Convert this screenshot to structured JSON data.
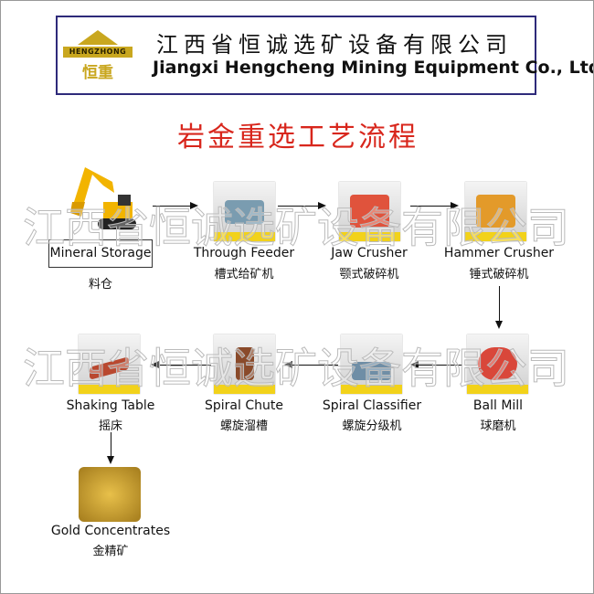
{
  "header": {
    "company_cn": "江西省恒诚选矿设备有限公司",
    "company_en": "Jiangxi Hengcheng Mining Equipment Co., Ltd",
    "logo_text": "HENGZHONG",
    "logo_cn": "恒重"
  },
  "title": "岩金重选工艺流程",
  "watermark": "江西省恒诚选矿设备有限公司",
  "steps": [
    {
      "en": "Mineral Storage",
      "zh": "料仓"
    },
    {
      "en": "Through Feeder",
      "zh": "槽式给矿机"
    },
    {
      "en": "Jaw Crusher",
      "zh": "颚式破碎机"
    },
    {
      "en": "Hammer Crusher",
      "zh": "锤式破碎机"
    },
    {
      "en": "Ball Mill",
      "zh": "球磨机"
    },
    {
      "en": "Spiral Classifier",
      "zh": "螺旋分级机"
    },
    {
      "en": "Spiral Chute",
      "zh": "螺旋溜槽"
    },
    {
      "en": "Shaking Table",
      "zh": "摇床"
    },
    {
      "en": "Gold Concentrates",
      "zh": "金精矿"
    }
  ],
  "colors": {
    "title": "#d8261c",
    "header_border": "#2e2a7a",
    "logo": "#c9a71f"
  }
}
